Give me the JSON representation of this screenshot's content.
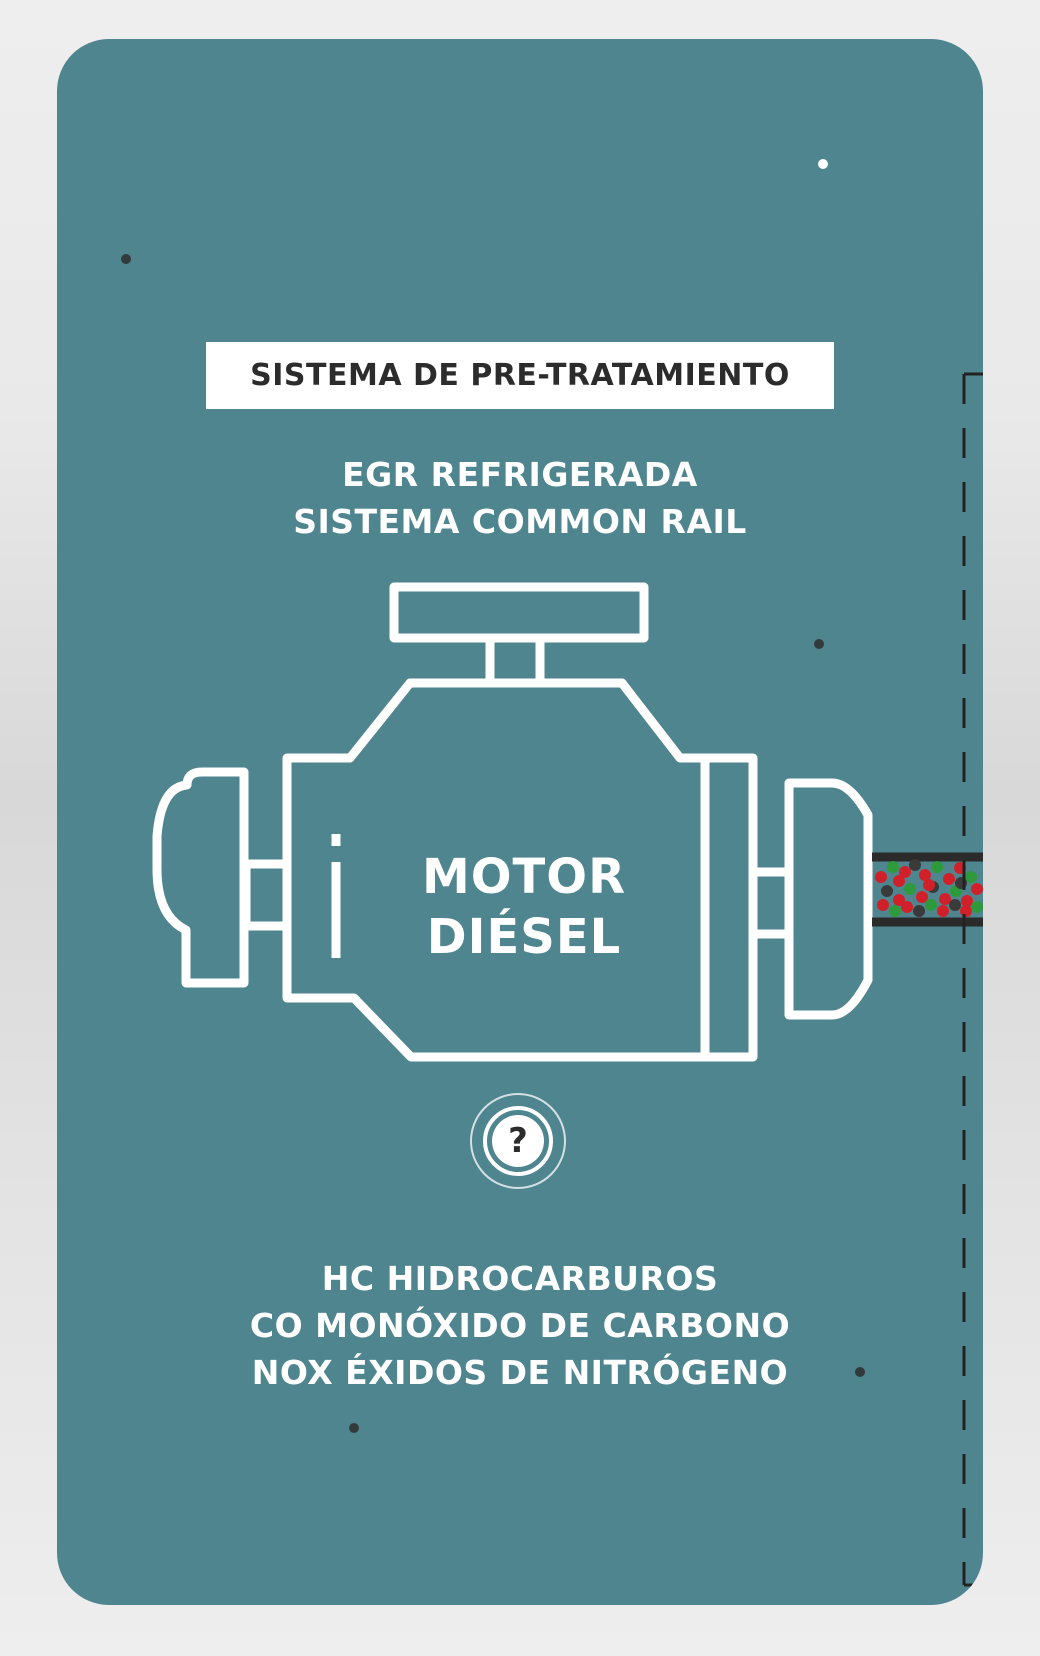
{
  "header": {
    "title": "SISTEMA DE PRE-TRATAMIENTO",
    "subtitle_lines": [
      "EGR REFRIGERADA",
      "SISTEMA COMMON RAIL"
    ]
  },
  "engine": {
    "label_line1": "MOTOR",
    "label_line2": "DIÉSEL",
    "icon": "engine-outline-icon"
  },
  "help": {
    "glyph": "?",
    "icon": "question-mark-icon"
  },
  "emissions": [
    "HC HIDROCARBUROS",
    "CO MONÓXIDO DE CARBONO",
    "NOX ÉXIDOS DE NITRÓGENO"
  ],
  "colors": {
    "page_background": "#e6e6e6",
    "panel": "#4f858f",
    "line": "#ffffff",
    "dark": "#2c2c2c",
    "particle_red": "#d0212b",
    "particle_green": "#2f9a3c",
    "particle_dark": "#3a3a3a"
  }
}
